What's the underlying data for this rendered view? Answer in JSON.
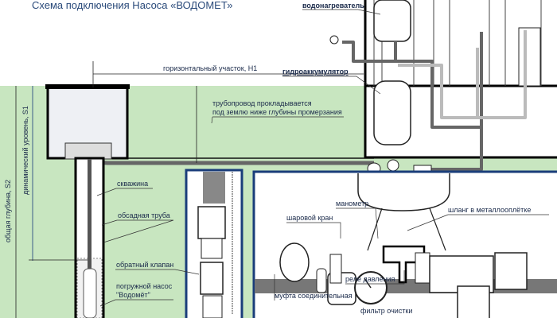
{
  "title": "Схема подключения Насоса «ВОДОМЕТ»",
  "labels": {
    "water_heater": "водонагреватель",
    "horizontal": "горизонтальный участок, H1",
    "accumulator": "гидроаккумулятор",
    "pipeline_1": "трубопровод прокладывается",
    "pipeline_2": "под землю ниже глубины промерзания",
    "total_depth": "общая глубина, S2",
    "dynamic_level": "динамический уровень, S1",
    "well": "скважина",
    "casing": "обсадная труба",
    "check_valve": "обратный клапан",
    "pump_1": "погружной насос",
    "pump_2": "\"Водомёт\"",
    "manometer": "манометр",
    "ball_valve": "шаровой кран",
    "hose": "шланг в металлооплётке",
    "pressure_relay": "реле давления",
    "coupling": "муфта соединительная",
    "filter": "фильтр очистки"
  },
  "colors": {
    "ground": "#c8e6c0",
    "pipe": "#707070",
    "frame": "#1a3d7a"
  }
}
